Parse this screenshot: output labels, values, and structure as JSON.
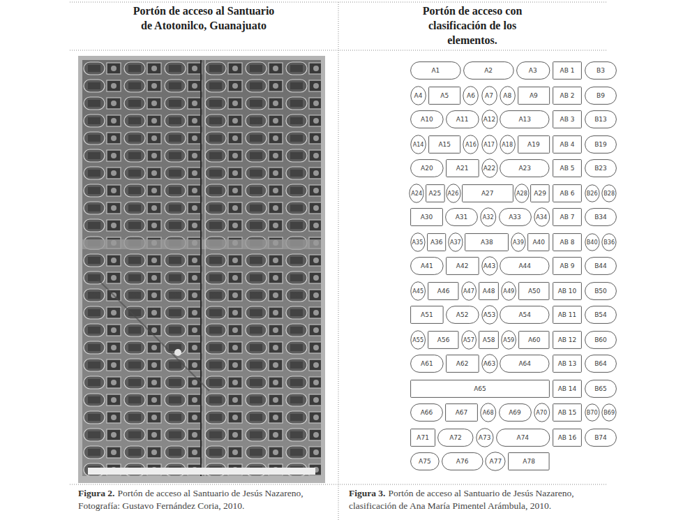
{
  "diagram": {
    "nodes": [
      {
        "text": [
          "A1"
        ]
      },
      {
        "text": [
          "A2"
        ]
      },
      {
        "text": [
          "A3"
        ]
      },
      {
        "text": [
          "AB 1"
        ]
      },
      {
        "text": [
          "B3"
        ]
      },
      {
        "text": [
          "A4"
        ]
      },
      {
        "text": [
          "A5"
        ]
      },
      {
        "text": [
          "A6"
        ]
      },
      {
        "text": [
          "A7"
        ]
      },
      {
        "text": [
          "A8"
        ]
      },
      {
        "text": [
          "A9"
        ]
      },
      {
        "text": [
          "AB 2"
        ]
      },
      {
        "text": [
          "B9"
        ]
      },
      {
        "text": [
          "A10"
        ]
      },
      {
        "text": [
          "A11"
        ]
      },
      {
        "text": [
          "A12"
        ]
      },
      {
        "text": [
          "A13"
        ]
      },
      {
        "text": [
          "AB 3"
        ]
      },
      {
        "text": [
          "B13"
        ]
      },
      {
        "text": [
          "A14"
        ]
      },
      {
        "text": [
          "A15"
        ]
      },
      {
        "text": [
          "A16"
        ]
      },
      {
        "text": [
          "A17"
        ]
      },
      {
        "text": [
          "A18"
        ]
      },
      {
        "text": [
          "A19"
        ]
      },
      {
        "text": [
          "AB 4"
        ]
      },
      {
        "text": [
          "B19"
        ]
      },
      {
        "text": [
          "A20"
        ]
      },
      {
        "text": [
          "A21"
        ]
      },
      {
        "text": [
          "A22"
        ]
      },
      {
        "text": [
          "A23"
        ]
      },
      {
        "text": [
          "AB 5"
        ]
      },
      {
        "text": [
          "B23"
        ]
      },
      {
        "text": [
          "A24"
        ]
      },
      {
        "text": [
          "A25"
        ]
      },
      {
        "text": [
          "A26"
        ]
      },
      {
        "text": [
          "A27"
        ]
      },
      {
        "text": [
          "A28"
        ]
      },
      {
        "text": [
          "A29"
        ]
      },
      {
        "text": [
          "AB 6"
        ]
      },
      {
        "text": [
          "B26"
        ]
      },
      {
        "text": [
          "B28"
        ]
      },
      {
        "text": [
          "A30"
        ]
      },
      {
        "text": [
          "A31"
        ]
      },
      {
        "text": [
          "A32"
        ]
      },
      {
        "text": [
          "A33"
        ]
      },
      {
        "text": [
          "A34"
        ]
      },
      {
        "text": [
          "AB 7"
        ]
      },
      {
        "text": [
          "B34"
        ]
      },
      {
        "text": [
          "A35"
        ]
      },
      {
        "text": [
          "A36"
        ]
      },
      {
        "text": [
          "A37"
        ]
      },
      {
        "text": [
          "A38"
        ]
      },
      {
        "text": [
          "A39"
        ]
      },
      {
        "text": [
          "A40"
        ]
      },
      {
        "text": [
          "AB 8"
        ]
      },
      {
        "text": [
          "B40"
        ]
      },
      {
        "text": [
          "B36"
        ]
      },
      {
        "text": [
          "A41"
        ]
      },
      {
        "text": [
          "A42"
        ]
      },
      {
        "text": [
          "A43"
        ]
      },
      {
        "text": [
          "A44"
        ]
      },
      {
        "text": [
          "AB 9"
        ]
      },
      {
        "text": [
          "B44"
        ]
      },
      {
        "text": [
          "A45"
        ]
      },
      {
        "text": [
          "A46"
        ]
      },
      {
        "text": [
          "A47"
        ]
      },
      {
        "text": [
          "A48"
        ]
      },
      {
        "text": [
          "A49"
        ]
      },
      {
        "text": [
          "A50"
        ]
      },
      {
        "text": [
          "AB 10"
        ]
      },
      {
        "text": [
          "B50"
        ]
      },
      {
        "text": [
          "A51"
        ]
      },
      {
        "text": [
          "A52"
        ]
      },
      {
        "text": [
          "A53"
        ]
      },
      {
        "text": [
          "A54"
        ]
      },
      {
        "text": [
          "AB 11"
        ]
      },
      {
        "text": [
          "B54"
        ]
      },
      {
        "text": [
          "A55"
        ]
      },
      {
        "text": [
          "A56"
        ]
      },
      {
        "text": [
          "A57"
        ]
      },
      {
        "text": [
          "A58"
        ]
      },
      {
        "text": [
          "A59"
        ]
      },
      {
        "text": [
          "A60"
        ]
      },
      {
        "text": [
          "AB 12"
        ]
      },
      {
        "text": [
          "B60"
        ]
      },
      {
        "text": [
          "A61"
        ]
      },
      {
        "text": [
          "A62"
        ]
      },
      {
        "text": [
          "A63"
        ]
      },
      {
        "text": [
          "A64"
        ]
      },
      {
        "text": [
          "AB 13"
        ]
      },
      {
        "text": [
          "B64"
        ]
      },
      {
        "text": [
          "A65"
        ]
      },
      {
        "text": [
          "AB 14"
        ]
      },
      {
        "text": [
          "B65"
        ]
      },
      {
        "text": [
          "A66"
        ]
      },
      {
        "text": [
          "A67"
        ]
      },
      {
        "text": [
          "A68"
        ]
      },
      {
        "text": [
          "A69"
        ]
      },
      {
        "text": [
          "A70"
        ]
      },
      {
        "text": [
          "AB 15"
        ]
      },
      {
        "text": [
          "B70"
        ]
      },
      {
        "text": [
          "B69"
        ]
      },
      {
        "text": [
          "A71"
        ]
      },
      {
        "text": [
          "A72"
        ]
      },
      {
        "text": [
          "A73"
        ]
      },
      {
        "text": [
          "A74"
        ]
      },
      {
        "text": [
          "AB 16"
        ]
      },
      {
        "text": [
          "B74"
        ]
      },
      {
        "text": [
          "A75"
        ]
      },
      {
        "text": [
          "A76"
        ]
      },
      {
        "text": [
          "A77"
        ]
      },
      {
        "text": [
          "A78"
        ]
      }
    ],
    "labels": [
      "Portón de acceso al Santuario de Atotonilco, Guanajuato",
      "Portón de acceso con clasificación de los elementos.",
      "Figura 2.",
      "Portón de acceso al Santuario de Jesús Nazareno, Fotografía: Gustavo Fernández Coria, 2010.",
      "Figura 3.",
      "Portón de acceso al Santuario de Jesús Nazareno, clasificación de Ana María Pimentel Arámbula, 2010."
    ]
  }
}
